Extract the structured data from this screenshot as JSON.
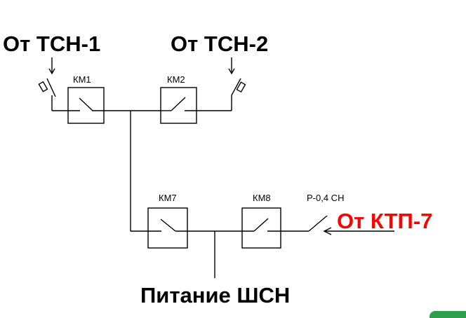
{
  "sources": {
    "tsn1": "От ТСН-1",
    "tsn2": "От ТСН-2",
    "ktp7": "От КТП-7"
  },
  "contactors": {
    "km1": "КМ1",
    "km2": "КМ2",
    "km7": "КМ7",
    "km8": "КМ8"
  },
  "breaker": "Р-0,4 СН",
  "output": "Питание ШСН",
  "colors": {
    "line": "#000000",
    "ktp_label": "#ff0000",
    "corner_badge": "#2e9e4a"
  }
}
